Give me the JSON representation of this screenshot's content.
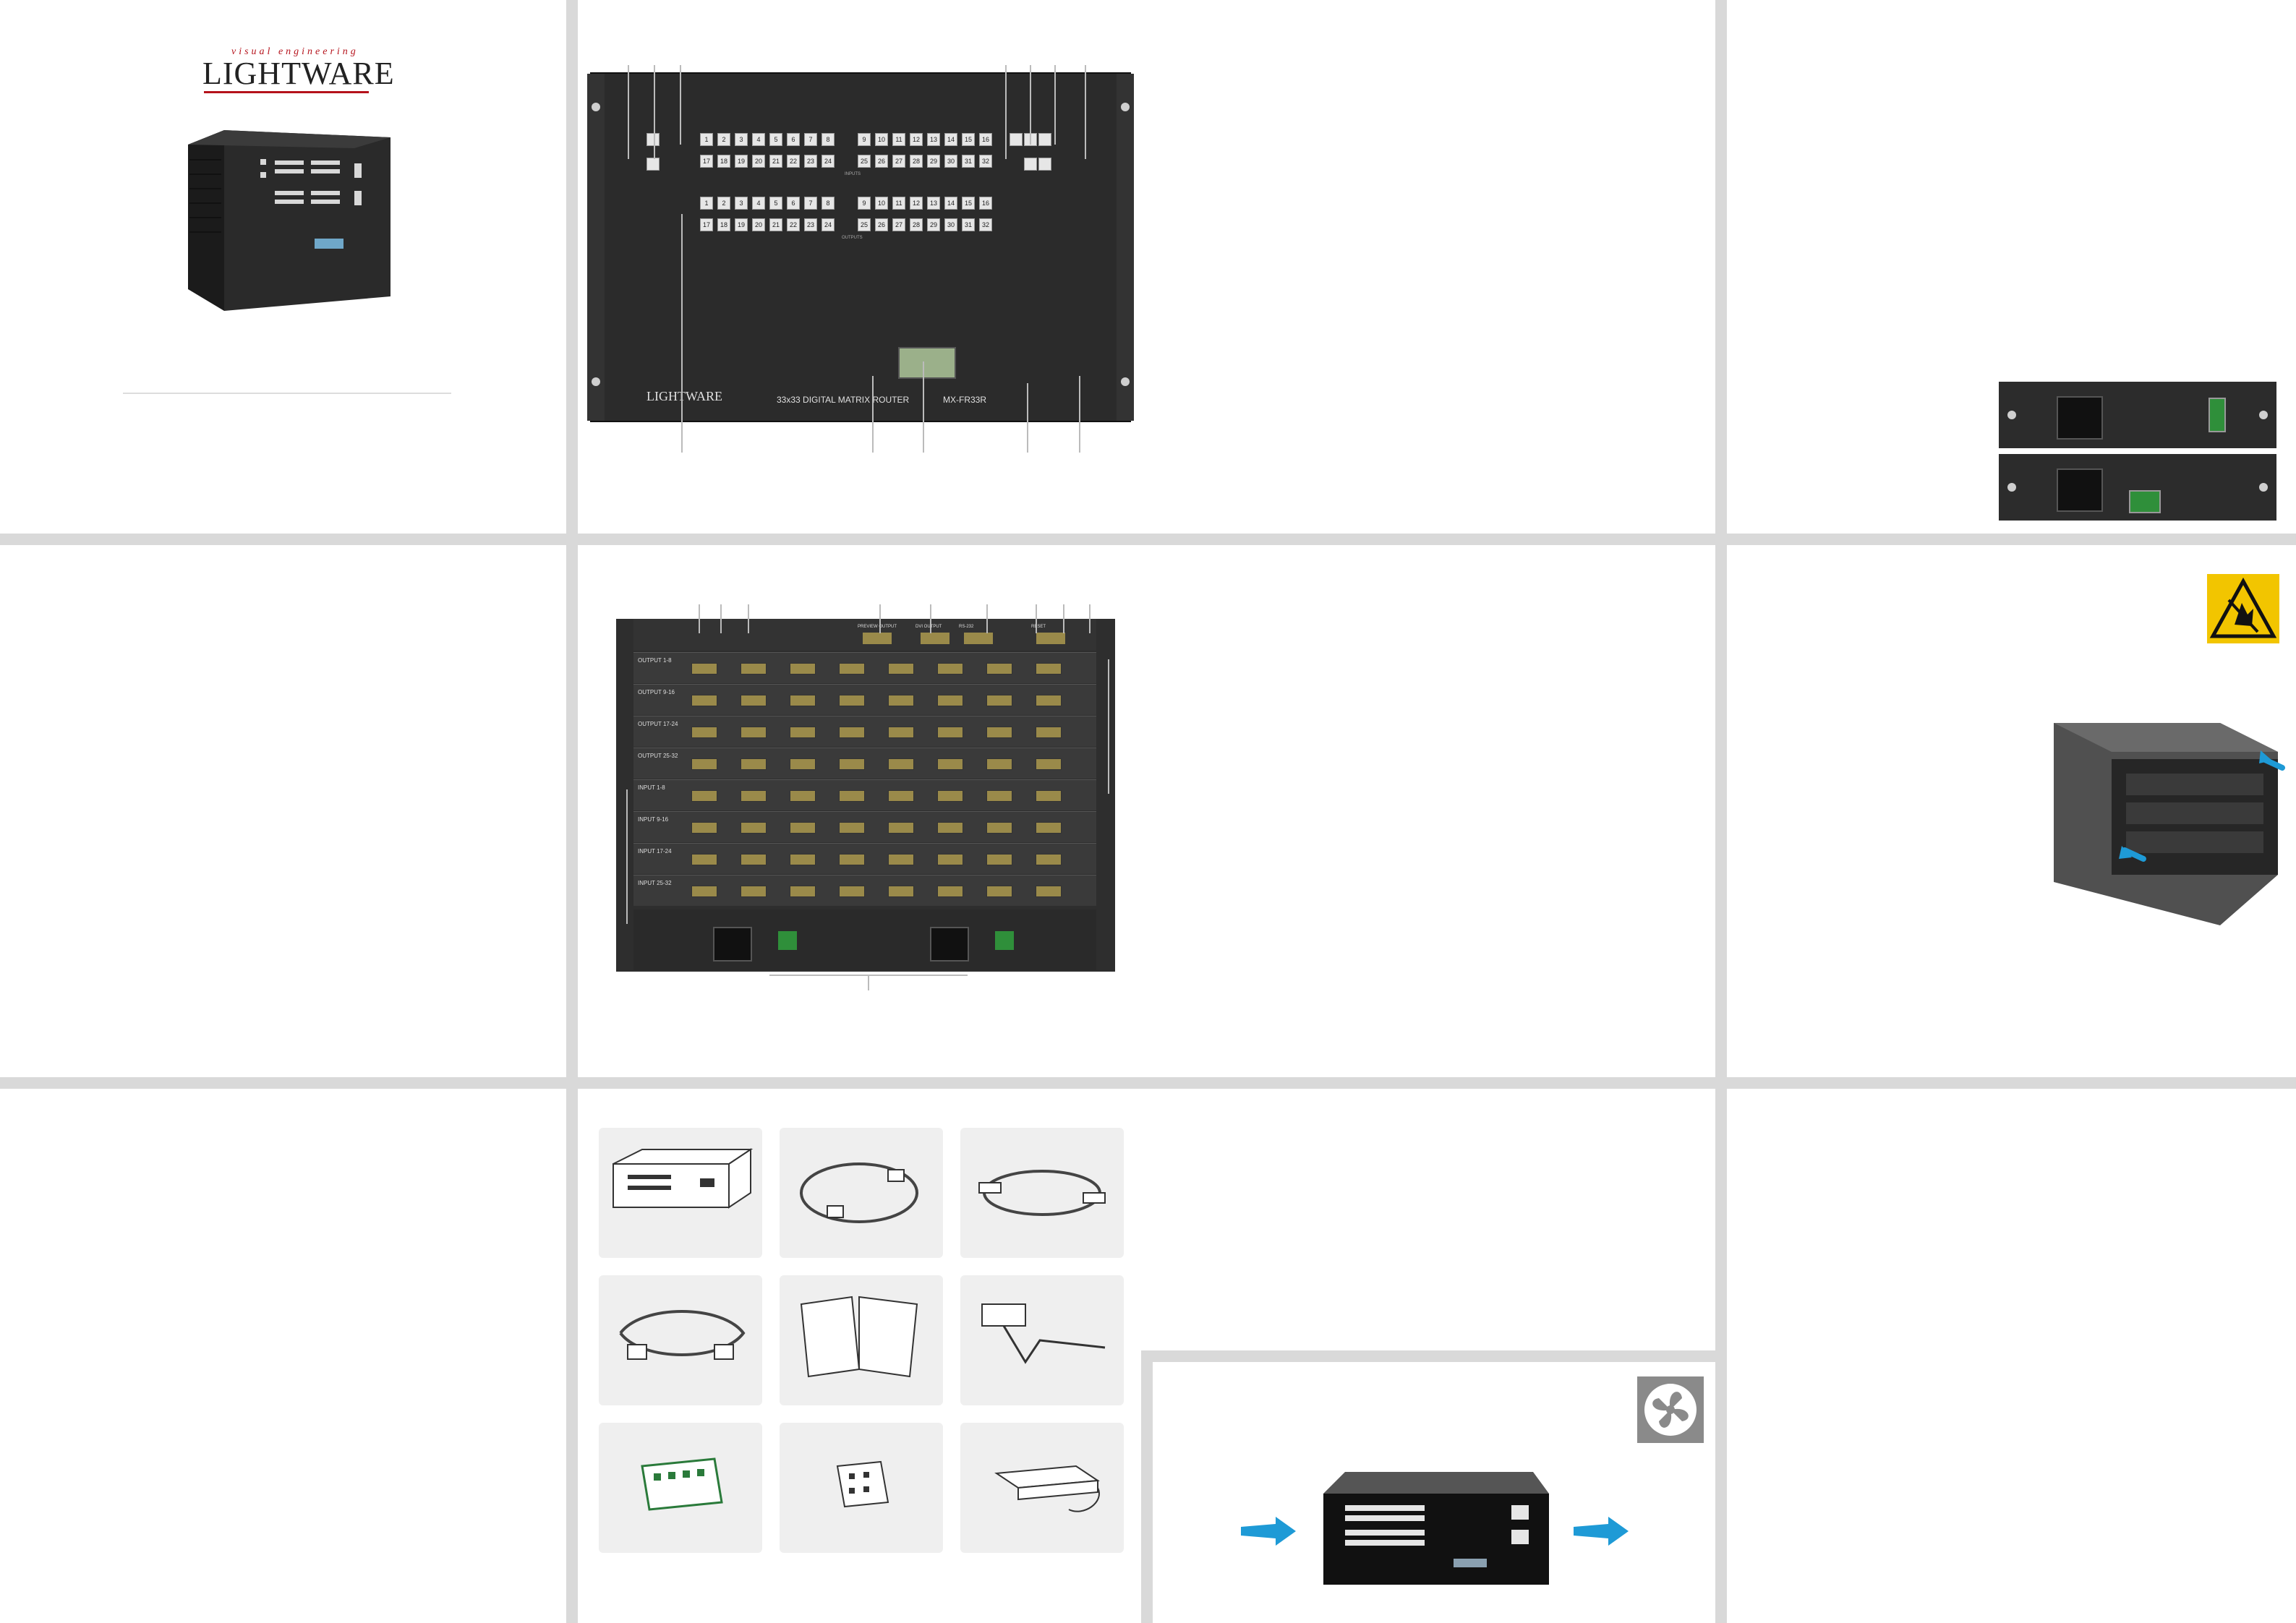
{
  "brand": {
    "tagline": "visual engineering",
    "name": "LIGHTWARE"
  },
  "front_panel": {
    "model_text": "33x33 DIGITAL MATRIX ROUTER",
    "model_code": "MX-FR33R",
    "input_row1": [
      "1",
      "2",
      "3",
      "4",
      "5",
      "6",
      "7",
      "8",
      "9",
      "10",
      "11",
      "12",
      "13",
      "14",
      "15",
      "16"
    ],
    "input_row2": [
      "17",
      "18",
      "19",
      "20",
      "21",
      "22",
      "23",
      "24",
      "25",
      "26",
      "27",
      "28",
      "29",
      "30",
      "31",
      "32"
    ],
    "output_row1": [
      "1",
      "2",
      "3",
      "4",
      "5",
      "6",
      "7",
      "8",
      "9",
      "10",
      "11",
      "12",
      "13",
      "14",
      "15",
      "16"
    ],
    "output_row2": [
      "17",
      "18",
      "19",
      "20",
      "21",
      "22",
      "23",
      "24",
      "25",
      "26",
      "27",
      "28",
      "29",
      "30",
      "31",
      "32"
    ],
    "inputs_label": "INPUTS",
    "outputs_label": "OUTPUTS"
  },
  "rear_panel": {
    "top_labels": [
      "PREVIEW OUTPUT",
      "DVI OUTPUT",
      "RS-232",
      "RESET"
    ],
    "slot_labels": [
      "OUTPUT 1-8",
      "OUTPUT 9-16",
      "OUTPUT 17-24",
      "OUTPUT 25-32",
      "INPUT 1-8",
      "INPUT 9-16",
      "INPUT 17-24",
      "INPUT 25-32"
    ]
  },
  "colors": {
    "divider": "#d9d9d9",
    "device": "#2b2b2b",
    "arrow": "#1e9ad6",
    "esd": "#f2c500",
    "brand_red": "#b5121b"
  },
  "icons": [
    "fan-icon",
    "esd-warning-icon",
    "airflow-arrow-icon"
  ]
}
